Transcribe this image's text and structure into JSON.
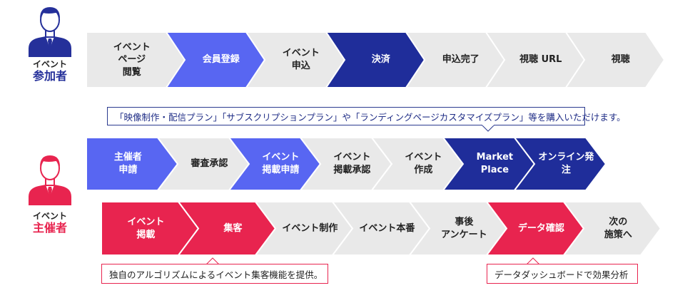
{
  "participant": {
    "label_small": "イベント",
    "label_big": "参加者",
    "color": "#25309a",
    "steps": [
      {
        "text": "イベント\nページ\n閲覧",
        "style": "gray"
      },
      {
        "text": "会員登録",
        "style": "blue-light"
      },
      {
        "text": "イベント\n申込",
        "style": "gray"
      },
      {
        "text": "決済",
        "style": "blue-dark"
      },
      {
        "text": "申込完了",
        "style": "gray"
      },
      {
        "text": "視聴 URL",
        "style": "gray"
      },
      {
        "text": "視聴",
        "style": "gray"
      }
    ]
  },
  "organizer": {
    "label_small": "イベント",
    "label_big": "主催者",
    "color": "#e8244f",
    "row1_note": "「映像制作・配信プラン」「サブスクリプションプラン」や「ランディングページカスタマイズプラン」等を購入いただけます。",
    "row1_steps": [
      {
        "text": "主催者\n申請",
        "style": "blue-light"
      },
      {
        "text": "審査承認",
        "style": "gray"
      },
      {
        "text": "イベント\n掲載申請",
        "style": "blue-light"
      },
      {
        "text": "イベント\n掲載承認",
        "style": "gray"
      },
      {
        "text": "イベント\n作成",
        "style": "gray"
      },
      {
        "text": "Market\nPlace",
        "style": "blue-dark"
      },
      {
        "text": "オンライン発注",
        "style": "blue-dark"
      }
    ],
    "row2_steps": [
      {
        "text": "イベント\n掲載",
        "style": "red"
      },
      {
        "text": "集客",
        "style": "red"
      },
      {
        "text": "イベント制作",
        "style": "gray"
      },
      {
        "text": "イベント本番",
        "style": "gray"
      },
      {
        "text": "事後\nアンケート",
        "style": "gray"
      },
      {
        "text": "データ確認",
        "style": "red"
      },
      {
        "text": "次の\n施策へ",
        "style": "gray"
      }
    ],
    "note_left": "独自のアルゴリズムによるイベント集客機能を提供。",
    "note_right": "データダッシュボードで効果分析"
  },
  "colors": {
    "gray": "#e9e9e9",
    "blue-light": "#5866f2",
    "blue-dark": "#1f2d9a",
    "red": "#e8244f",
    "gray_text": "#222222",
    "white_text": "#ffffff"
  }
}
